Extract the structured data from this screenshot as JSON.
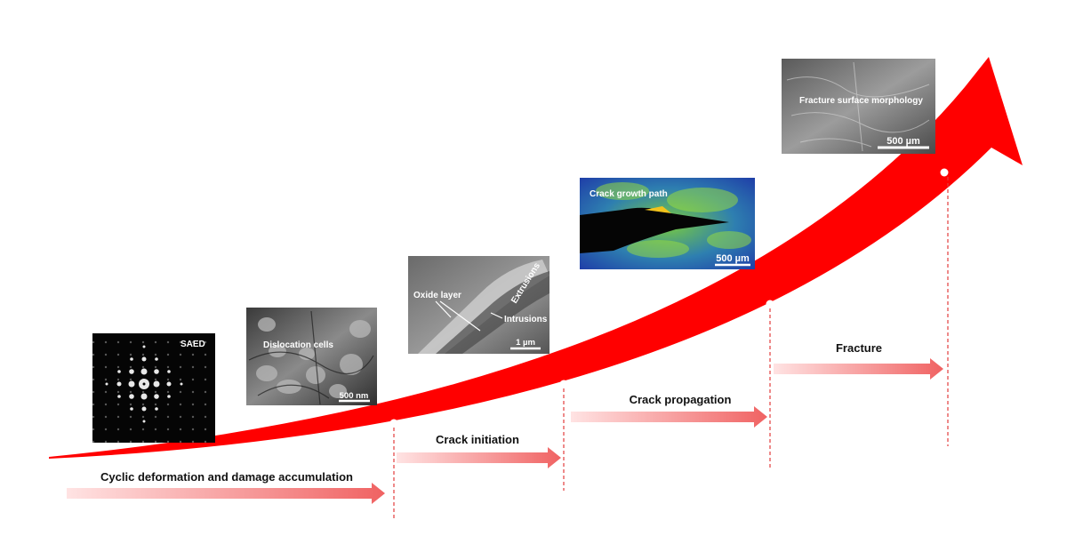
{
  "colors": {
    "curve": "#ff0000",
    "guide": "#e23c3c",
    "arrow_start": "#ffe3e3",
    "arrow_end": "#f06262"
  },
  "stages": [
    {
      "label": "Cyclic deformation and damage accumulation"
    },
    {
      "label": "Crack initiation"
    },
    {
      "label": "Crack propagation"
    },
    {
      "label": "Fracture"
    }
  ],
  "micrographs": {
    "saed": {
      "label": "SAED"
    },
    "dislocation": {
      "label": "Dislocation cells",
      "scale": "500 nm"
    },
    "extrusion": {
      "oxide": "Oxide layer",
      "extrusions": "Extrusions",
      "intrusions": "Intrusions",
      "scale": "1 µm"
    },
    "crack_path": {
      "label": "Crack growth path",
      "scale": "500 µm"
    },
    "fracture_surface": {
      "label": "Fracture surface morphology",
      "scale": "500 µm"
    }
  }
}
